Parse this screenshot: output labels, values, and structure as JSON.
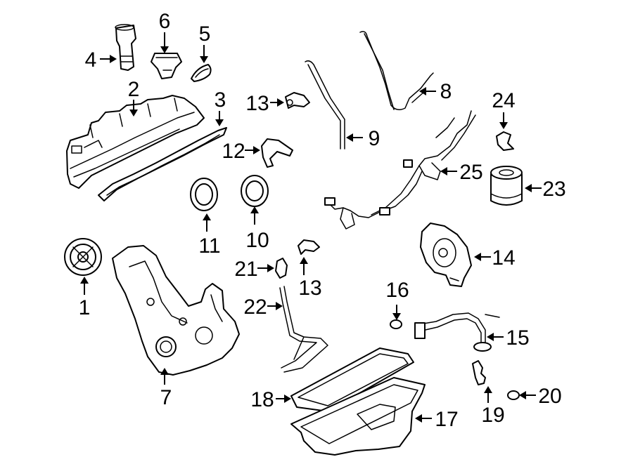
{
  "diagram": {
    "callouts": [
      {
        "id": "1",
        "label": "1"
      },
      {
        "id": "2",
        "label": "2"
      },
      {
        "id": "3",
        "label": "3"
      },
      {
        "id": "4",
        "label": "4"
      },
      {
        "id": "5",
        "label": "5"
      },
      {
        "id": "6",
        "label": "6"
      },
      {
        "id": "7",
        "label": "7"
      },
      {
        "id": "8",
        "label": "8"
      },
      {
        "id": "9",
        "label": "9"
      },
      {
        "id": "10",
        "label": "10"
      },
      {
        "id": "11",
        "label": "11"
      },
      {
        "id": "12",
        "label": "12"
      },
      {
        "id": "13a",
        "label": "13"
      },
      {
        "id": "13b",
        "label": "13"
      },
      {
        "id": "14",
        "label": "14"
      },
      {
        "id": "15",
        "label": "15"
      },
      {
        "id": "16",
        "label": "16"
      },
      {
        "id": "17",
        "label": "17"
      },
      {
        "id": "18",
        "label": "18"
      },
      {
        "id": "19",
        "label": "19"
      },
      {
        "id": "20",
        "label": "20"
      },
      {
        "id": "21",
        "label": "21"
      },
      {
        "id": "22",
        "label": "22"
      },
      {
        "id": "23",
        "label": "23"
      },
      {
        "id": "24",
        "label": "24"
      },
      {
        "id": "25",
        "label": "25"
      }
    ]
  }
}
